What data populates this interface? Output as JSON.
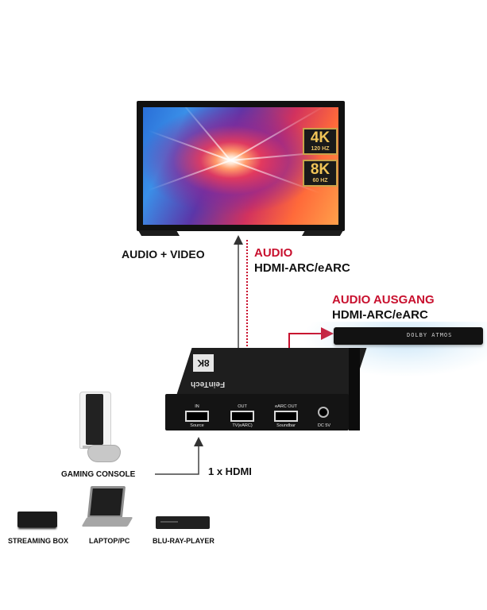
{
  "tv": {
    "badge_4k": {
      "main": "4K",
      "sub": "120 HZ"
    },
    "badge_8k": {
      "main": "8K",
      "sub": "60 HZ"
    }
  },
  "labels": {
    "audio_video": "AUDIO + VIDEO",
    "audio_red": "AUDIO",
    "hdmi_arc": "HDMI-ARC/eARC",
    "audio_ausgang": "AUDIO AUSGANG",
    "hdmi_arc_2": "HDMI-ARC/eARC",
    "one_hdmi": "1 x HDMI"
  },
  "soundbar": {
    "display": "DOLBY ATMOS"
  },
  "device": {
    "badge": "8K",
    "brand": "FeinTech",
    "ports": [
      {
        "top": "IN",
        "bottom": "Source"
      },
      {
        "top": "OUT",
        "bottom": "TV(eARC)"
      },
      {
        "top": "eARC OUT",
        "bottom": "Soundbar"
      }
    ],
    "dc": "DC 5V"
  },
  "sources": {
    "gaming": "GAMING CONSOLE",
    "streaming": "STREAMING BOX",
    "laptop": "LAPTOP/PC",
    "bluray": "BLU-RAY-PLAYER"
  },
  "colors": {
    "red": "#c8102e",
    "dark": "#333333",
    "gold": "#c9a24a"
  }
}
